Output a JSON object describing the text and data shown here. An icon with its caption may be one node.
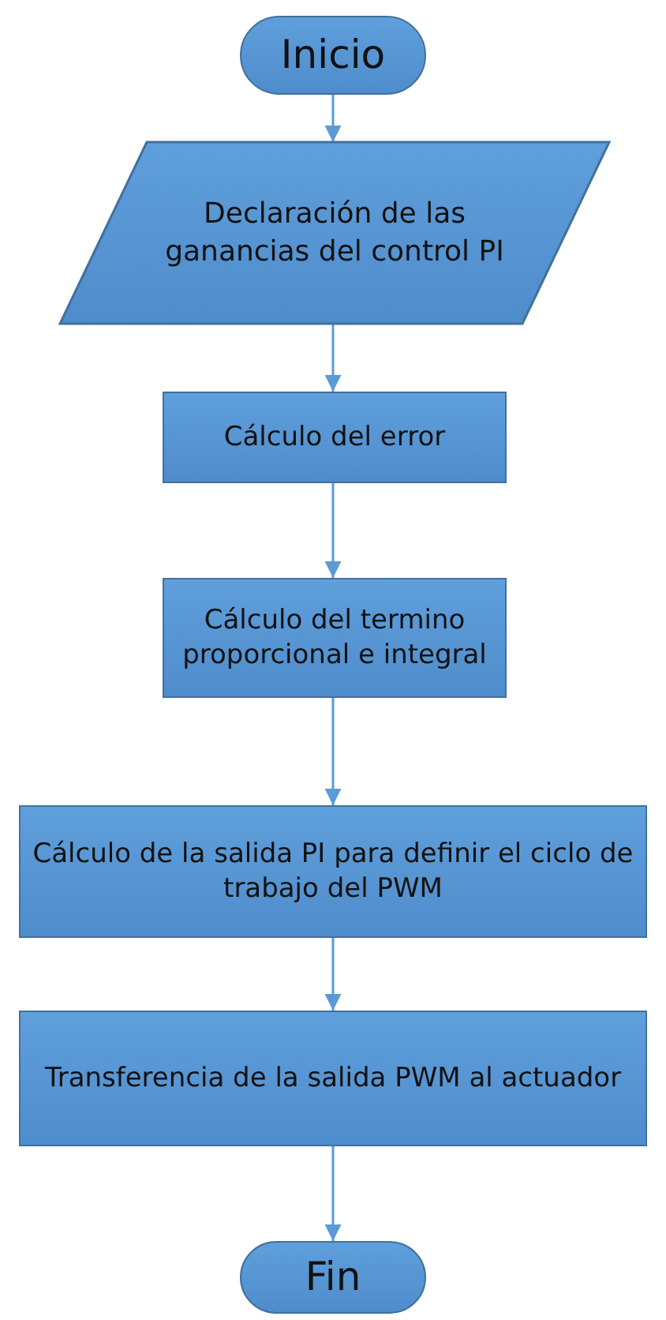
{
  "diagram": {
    "nodes": [
      {
        "text": [
          "Inicio"
        ]
      },
      {
        "text": [
          "Declaración de las ganancias del control PI"
        ]
      },
      {
        "text": [
          "Cálculo del error"
        ]
      },
      {
        "text": [
          "Cálculo del termino proporcional e integral"
        ]
      },
      {
        "text": [
          "Cálculo de la salida PI para definir el ciclo de trabajo del PWM"
        ]
      },
      {
        "text": [
          "Transferencia de la salida PWM al actuador"
        ]
      },
      {
        "text": [
          "Fin"
        ]
      }
    ],
    "edges": [
      {
        "from": 0,
        "to": 1,
        "arrow": "to"
      },
      {
        "from": 1,
        "to": 2,
        "arrow": "to"
      },
      {
        "from": 2,
        "to": 3,
        "arrow": "to"
      },
      {
        "from": 3,
        "to": 4,
        "arrow": "to"
      },
      {
        "from": 4,
        "to": 5,
        "arrow": "to"
      },
      {
        "from": 5,
        "to": 6,
        "arrow": "to"
      }
    ]
  }
}
